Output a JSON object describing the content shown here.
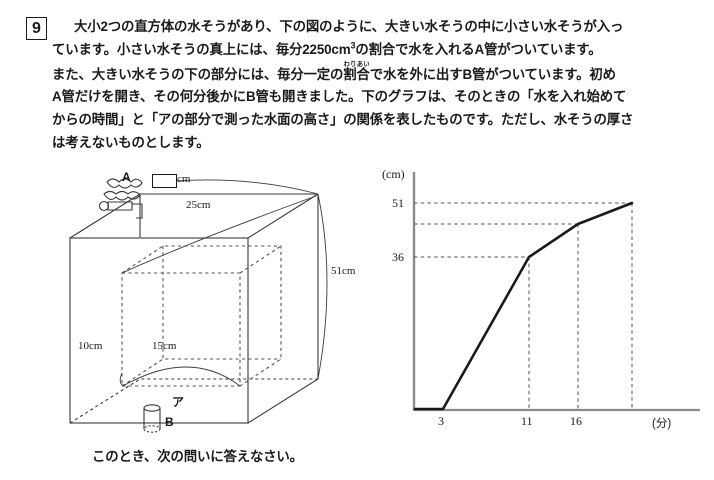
{
  "problem": {
    "number": "9",
    "lines": [
      "大小2つの直方体の水そうがあり、下の図のように、大きい水そうの中に小さい水そうが入っ",
      "ています。小さい水そうの真上には、毎分2250cm",
      "また、大きい水そうの下の部分には、毎分一定の割合で水を外に出すB管がついています。初め",
      "A管だけを開き、その何分後かにB管も開きました。下のグラフは、そのときの「水を入れ始めて",
      "からの時間」と「アの部分で測った水面の高さ」の関係を表したものです。ただし、水そうの厚さ",
      "は考えないものとします。"
    ],
    "line2_prefix": "ています。小さい水そうの真上には、毎分2250cm",
    "line2_sup": "3",
    "line2_suffix": "の割合で水を入れるA管がついています。",
    "line3_a": "また、大きい水そうの下の部分には、毎分一定の",
    "line3_ruby_base": "割合",
    "line3_ruby_text": "わりあい",
    "line3_b": "で水を外に出すB管がついています。初め",
    "closing": "このとき、次の問いに答えなさい。"
  },
  "figure": {
    "name": "water-tank-diagram",
    "faucet_label": "A",
    "drain_label": "B",
    "region_label": "ア",
    "blank_unit": "cm",
    "depth_label": "25cm",
    "height_label": "51cm",
    "inner_depth_label": "10cm",
    "inner_width_label": "15cm"
  },
  "chart_data": {
    "type": "line",
    "title": "",
    "xlabel": "(分)",
    "ylabel": "(cm)",
    "x": [
      0,
      3,
      11,
      16,
      20
    ],
    "y": [
      0,
      0,
      36,
      45,
      51
    ],
    "xlim": [
      0,
      22.5
    ],
    "ylim": [
      0,
      56
    ],
    "xticks": [
      3,
      11,
      16
    ],
    "xtick_labels": [
      "3",
      "11",
      "16"
    ],
    "yticks": [
      36,
      45,
      51
    ],
    "ytick_labels": [
      "36",
      "",
      "51"
    ],
    "grid": "dashed-guides",
    "legend": "none",
    "series": [
      {
        "name": "アの部分で測った水面の高さ",
        "points": [
          {
            "x": 0,
            "y": 0
          },
          {
            "x": 3,
            "y": 0
          },
          {
            "x": 11,
            "y": 36
          },
          {
            "x": 16,
            "y": 45
          },
          {
            "x": 20,
            "y": 51
          }
        ]
      }
    ],
    "axis_color": "#8a8a8a",
    "line_color": "#1a1a1a",
    "guide_color": "#555555"
  }
}
